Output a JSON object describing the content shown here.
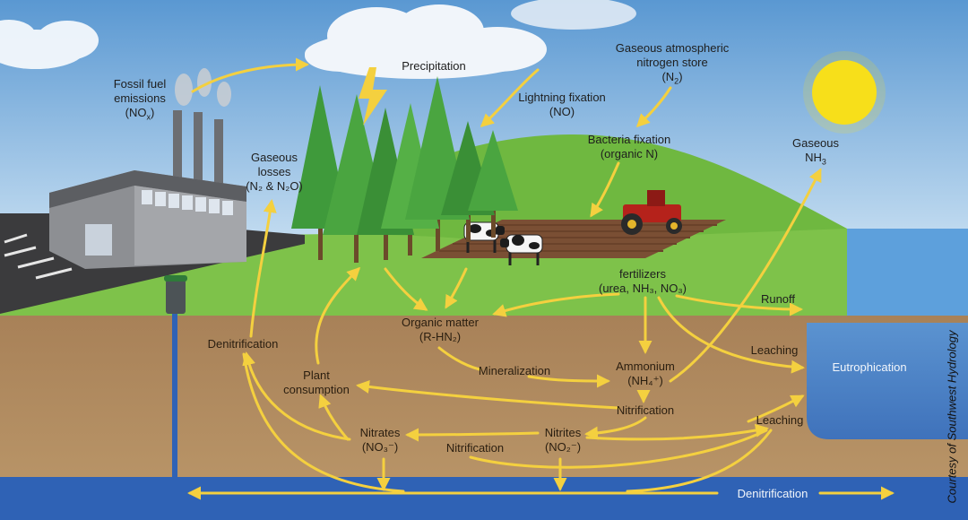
{
  "labels": {
    "fossil_fuel": {
      "line1": "Fossil fuel",
      "line2": "emissions",
      "line3_main": "(NO",
      "line3_sub": "x",
      "line3_end": ")"
    },
    "precipitation": "Precipitation",
    "atmospheric": {
      "line1": "Gaseous atmospheric",
      "line2": "nitrogen store",
      "line3_main": "(N",
      "line3_sub": "2",
      "line3_end": ")"
    },
    "lightning": {
      "line1": "Lightning fixation",
      "line2": "(NO)"
    },
    "bacteria": {
      "line1": "Bacteria fixation",
      "line2": "(organic N)"
    },
    "gaseous_losses": {
      "line1": "Gaseous",
      "line2": "losses",
      "line3": "(N₂ & N₂O)"
    },
    "gaseous_nh3": {
      "line1": "Gaseous",
      "line2_main": "NH",
      "line2_sub": "3"
    },
    "fertilizers": {
      "line1": "fertilizers",
      "line2": "(urea, NH₃, NO₃)"
    },
    "runoff": "Runoff",
    "organic_matter": {
      "line1": "Organic matter",
      "line2": "(R-HN₂)"
    },
    "denitrification_left": "Denitrification",
    "leaching_top": "Leaching",
    "eutrophication": "Eutrophication",
    "mineralization": "Mineralization",
    "ammonium": {
      "line1": "Ammonium",
      "line2": "(NH₄⁺)"
    },
    "plant_consumption": {
      "line1": "Plant",
      "line2": "consumption"
    },
    "nitrification_right": "Nitrification",
    "leaching_bottom": "Leaching",
    "nitrates": {
      "line1": "Nitrates",
      "line2": "(NO₃⁻)"
    },
    "nitrites": {
      "line1": "Nitrites",
      "line2": "(NO₂⁻)"
    },
    "nitrification_bottom": "Nitrification",
    "denitrification_bottom": "Denitrification",
    "credit": "Courtesy of Southwest Hydrology"
  },
  "colors": {
    "sky_top": "#5a98d2",
    "sky_bottom": "#cfe4f4",
    "grass": "#7ec24a",
    "hill": "#6fb840",
    "soil": "#b08a5e",
    "water": "#4b7fc4",
    "groundwater": "#2f62b5",
    "arrow": "#f4d03f",
    "sun": "#f7e01a",
    "tractor": "#b5221b"
  }
}
